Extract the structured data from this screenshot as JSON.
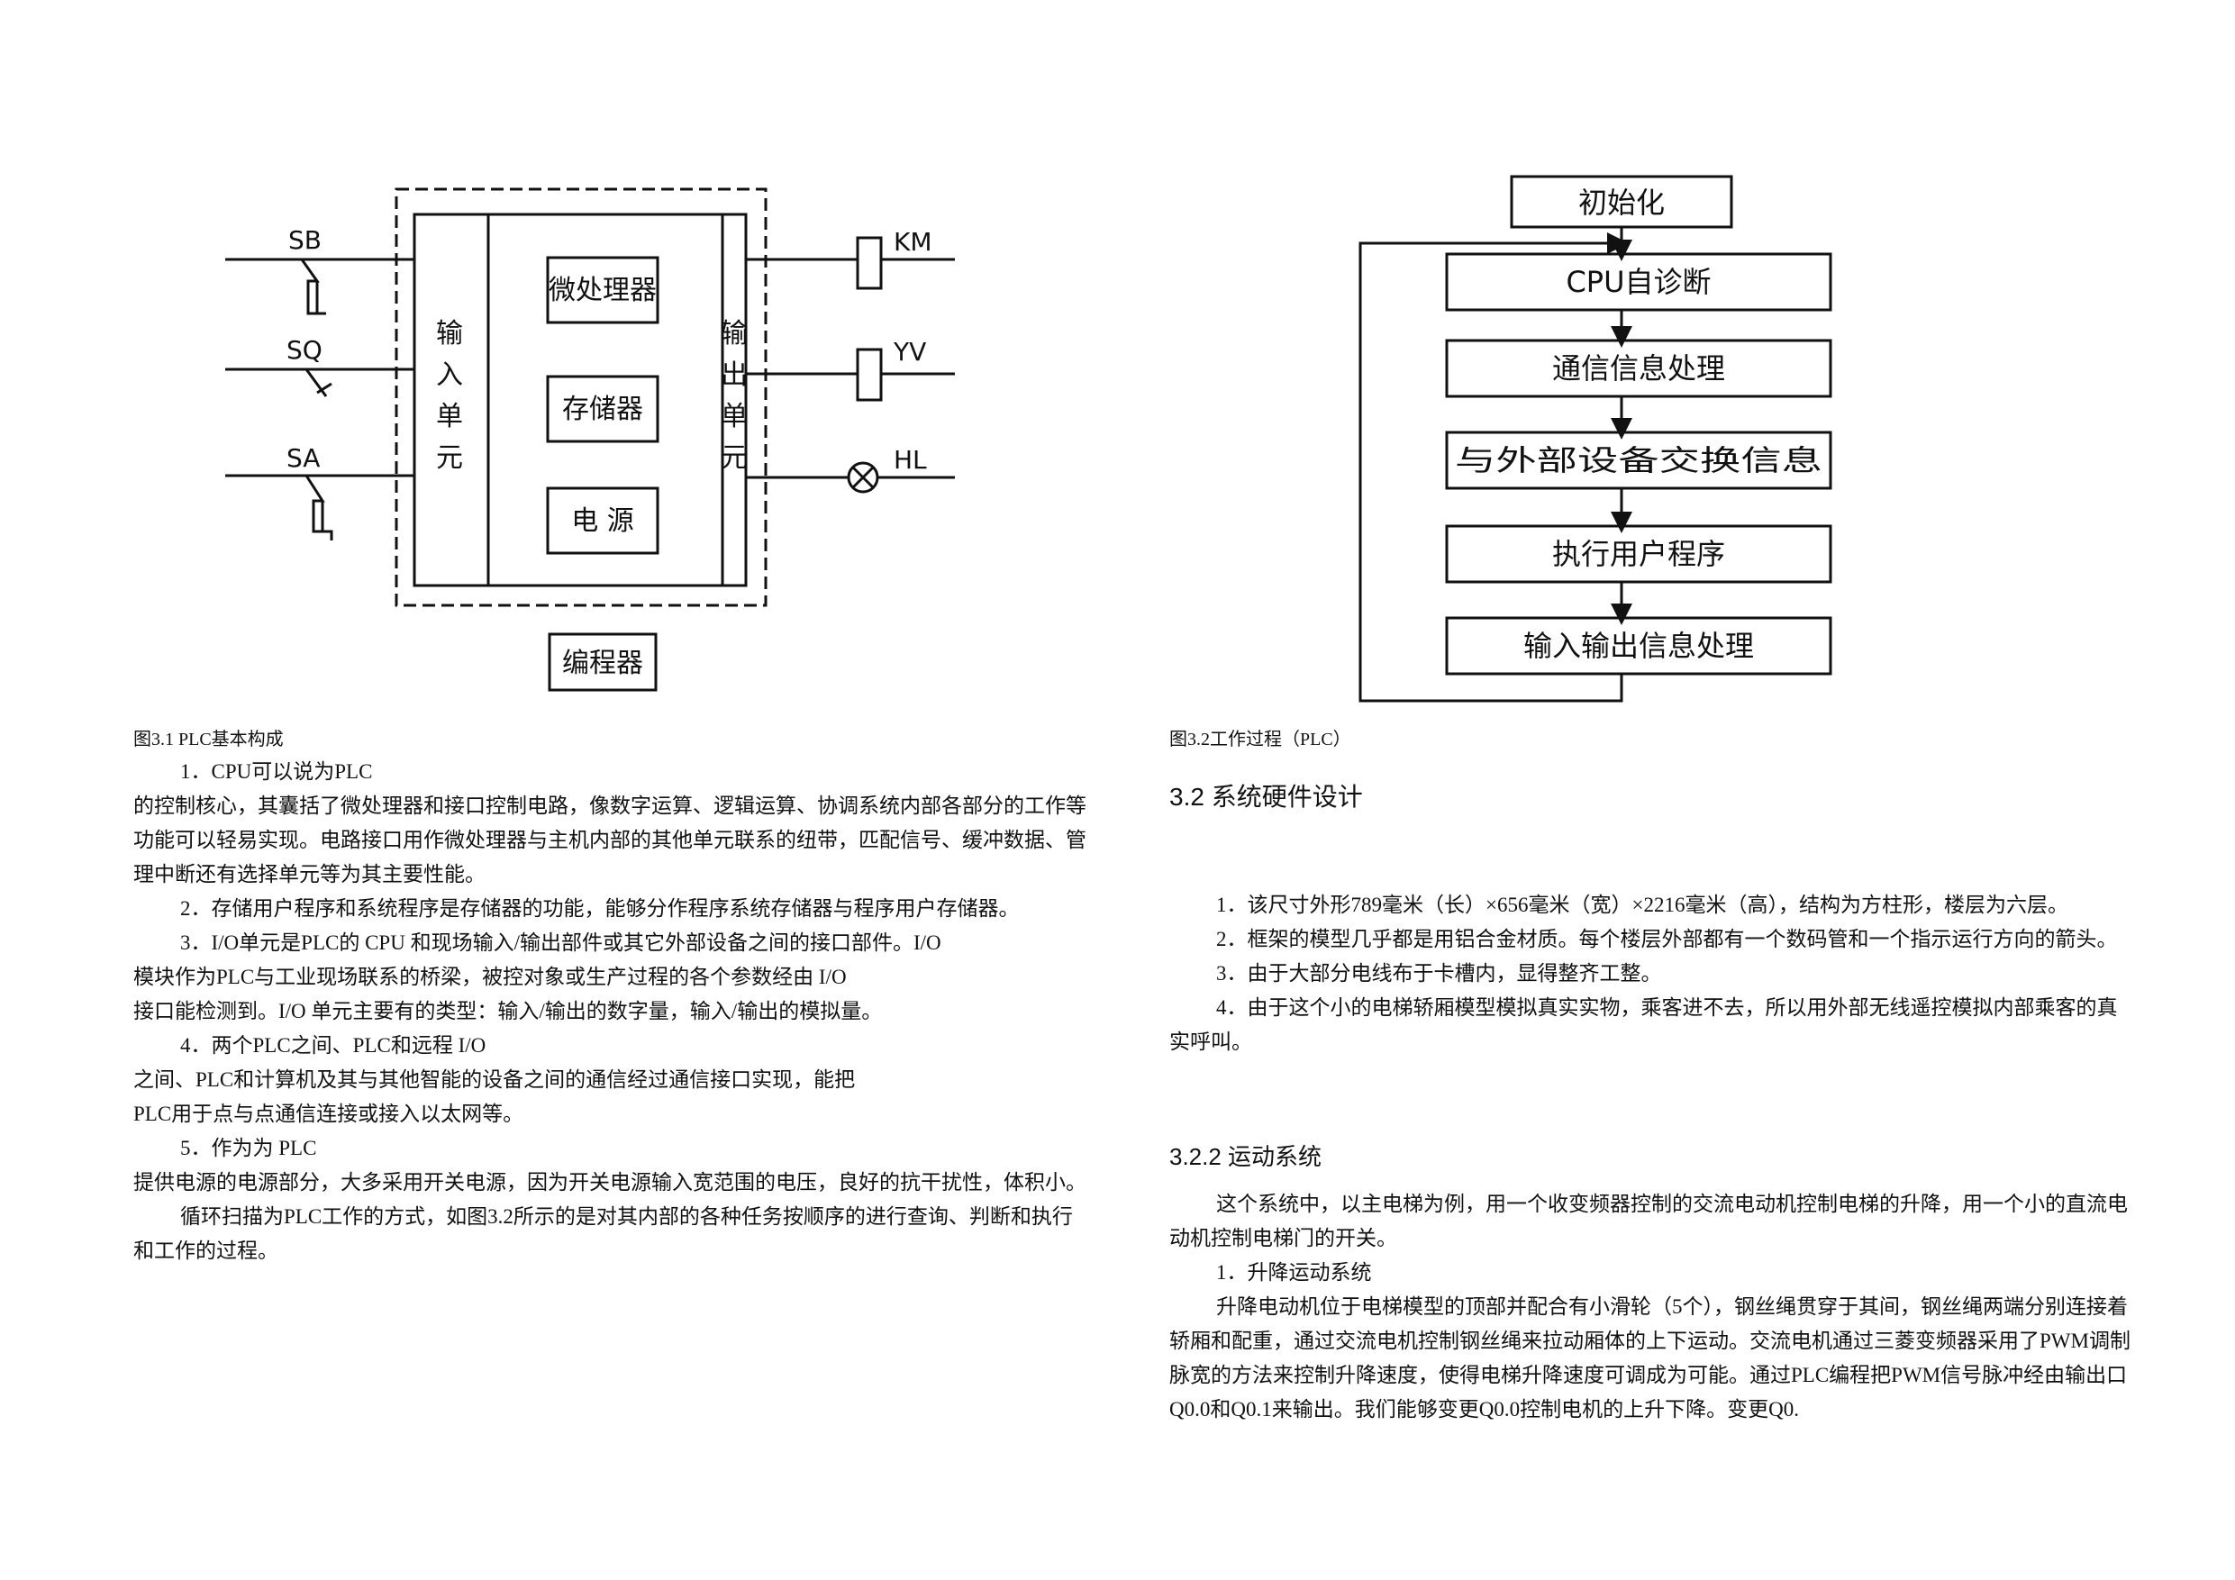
{
  "fig1": {
    "labels": {
      "sb": "SB",
      "sq": "SQ",
      "sa": "SA",
      "km": "KM",
      "yv": "YV",
      "hl": "HL",
      "input_unit": [
        "输",
        "入",
        "单",
        "元"
      ],
      "output_unit": [
        "输",
        "出",
        "单",
        "元"
      ],
      "cpu": "微处理器",
      "memory": "存储器",
      "power": "电 源",
      "programmer": "编程器"
    },
    "caption": "图3.1 PLC基本构成"
  },
  "fig2": {
    "steps": [
      "初始化",
      "CPU自诊断",
      "通信信息处理",
      "与外部设备交换信息",
      "执行用户程序",
      "输入输出信息处理"
    ],
    "caption": "图3.2工作过程（PLC）"
  },
  "left_text": [
    "1．CPU可以说为PLC",
    "的控制核心，其囊括了微处理器和接口控制电路，像数字运算、逻辑运算、协调系统内部各部分的工作等功能可以轻易实现。电路接口用作微处理器与主机内部的其他单元联系的纽带，匹配信号、缓冲数据、管理中断还有选择单元等为其主要性能。",
    "2．存储用户程序和系统程序是存储器的功能，能够分作程序系统存储器与程序用户存储器。",
    "3．I/O单元是PLC的 CPU 和现场输入/输出部件或其它外部设备之间的接口部件。I/O",
    "模块作为PLC与工业现场联系的桥梁，被控对象或生产过程的各个参数经由 I/O",
    "接口能检测到。I/O 单元主要有的类型：输入/输出的数字量，输入/输出的模拟量。",
    "4．两个PLC之间、PLC和远程 I/O",
    "之间、PLC和计算机及其与其他智能的设备之间的通信经过通信接口实现，能把",
    "PLC用于点与点通信连接或接入以太网等。",
    "5．作为为 PLC",
    "提供电源的电源部分，大多采用开关电源，因为开关电源输入宽范围的电压，良好的抗干扰性，体积小。",
    "循环扫描为PLC工作的方式，如图3.2所示的是对其内部的各种任务按顺序的进行查询、判断和执行和工作的过程。"
  ],
  "section_title": "3.2 系统硬件设计",
  "right_text": [
    "1．该尺寸外形789毫米（长）×656毫米（宽）×2216毫米（高），结构为方柱形，楼层为六层。",
    "2．框架的模型几乎都是用铝合金材质。每个楼层外部都有一个数码管和一个指示运行方向的箭头。",
    "3．由于大部分电线布于卡槽内，显得整齐工整。",
    "4．由于这个小的电梯轿厢模型模拟真实实物，乘客进不去，所以用外部无线遥控模拟内部乘客的真实呼叫。"
  ],
  "subsection_title": "3.2.2 运动系统",
  "right_text2": [
    "这个系统中，以主电梯为例，用一个收变频器控制的交流电动机控制电梯的升降，用一个小的直流电动机控制电梯门的开关。",
    "1．升降运动系统",
    "升降电动机位于电梯模型的顶部并配合有小滑轮（5个），钢丝绳贯穿于其间，钢丝绳两端分别连接着轿厢和配重，通过交流电机控制钢丝绳来拉动厢体的上下运动。交流电机通过三菱变频器采用了PWM调制脉宽的方法来控制升降速度，使得电梯升降速度可调成为可能。通过PLC编程把PWM信号脉冲经由输出口Q0.0和Q0.1来输出。我们能够变更Q0.0控制电机的上升下降。变更Q0."
  ]
}
